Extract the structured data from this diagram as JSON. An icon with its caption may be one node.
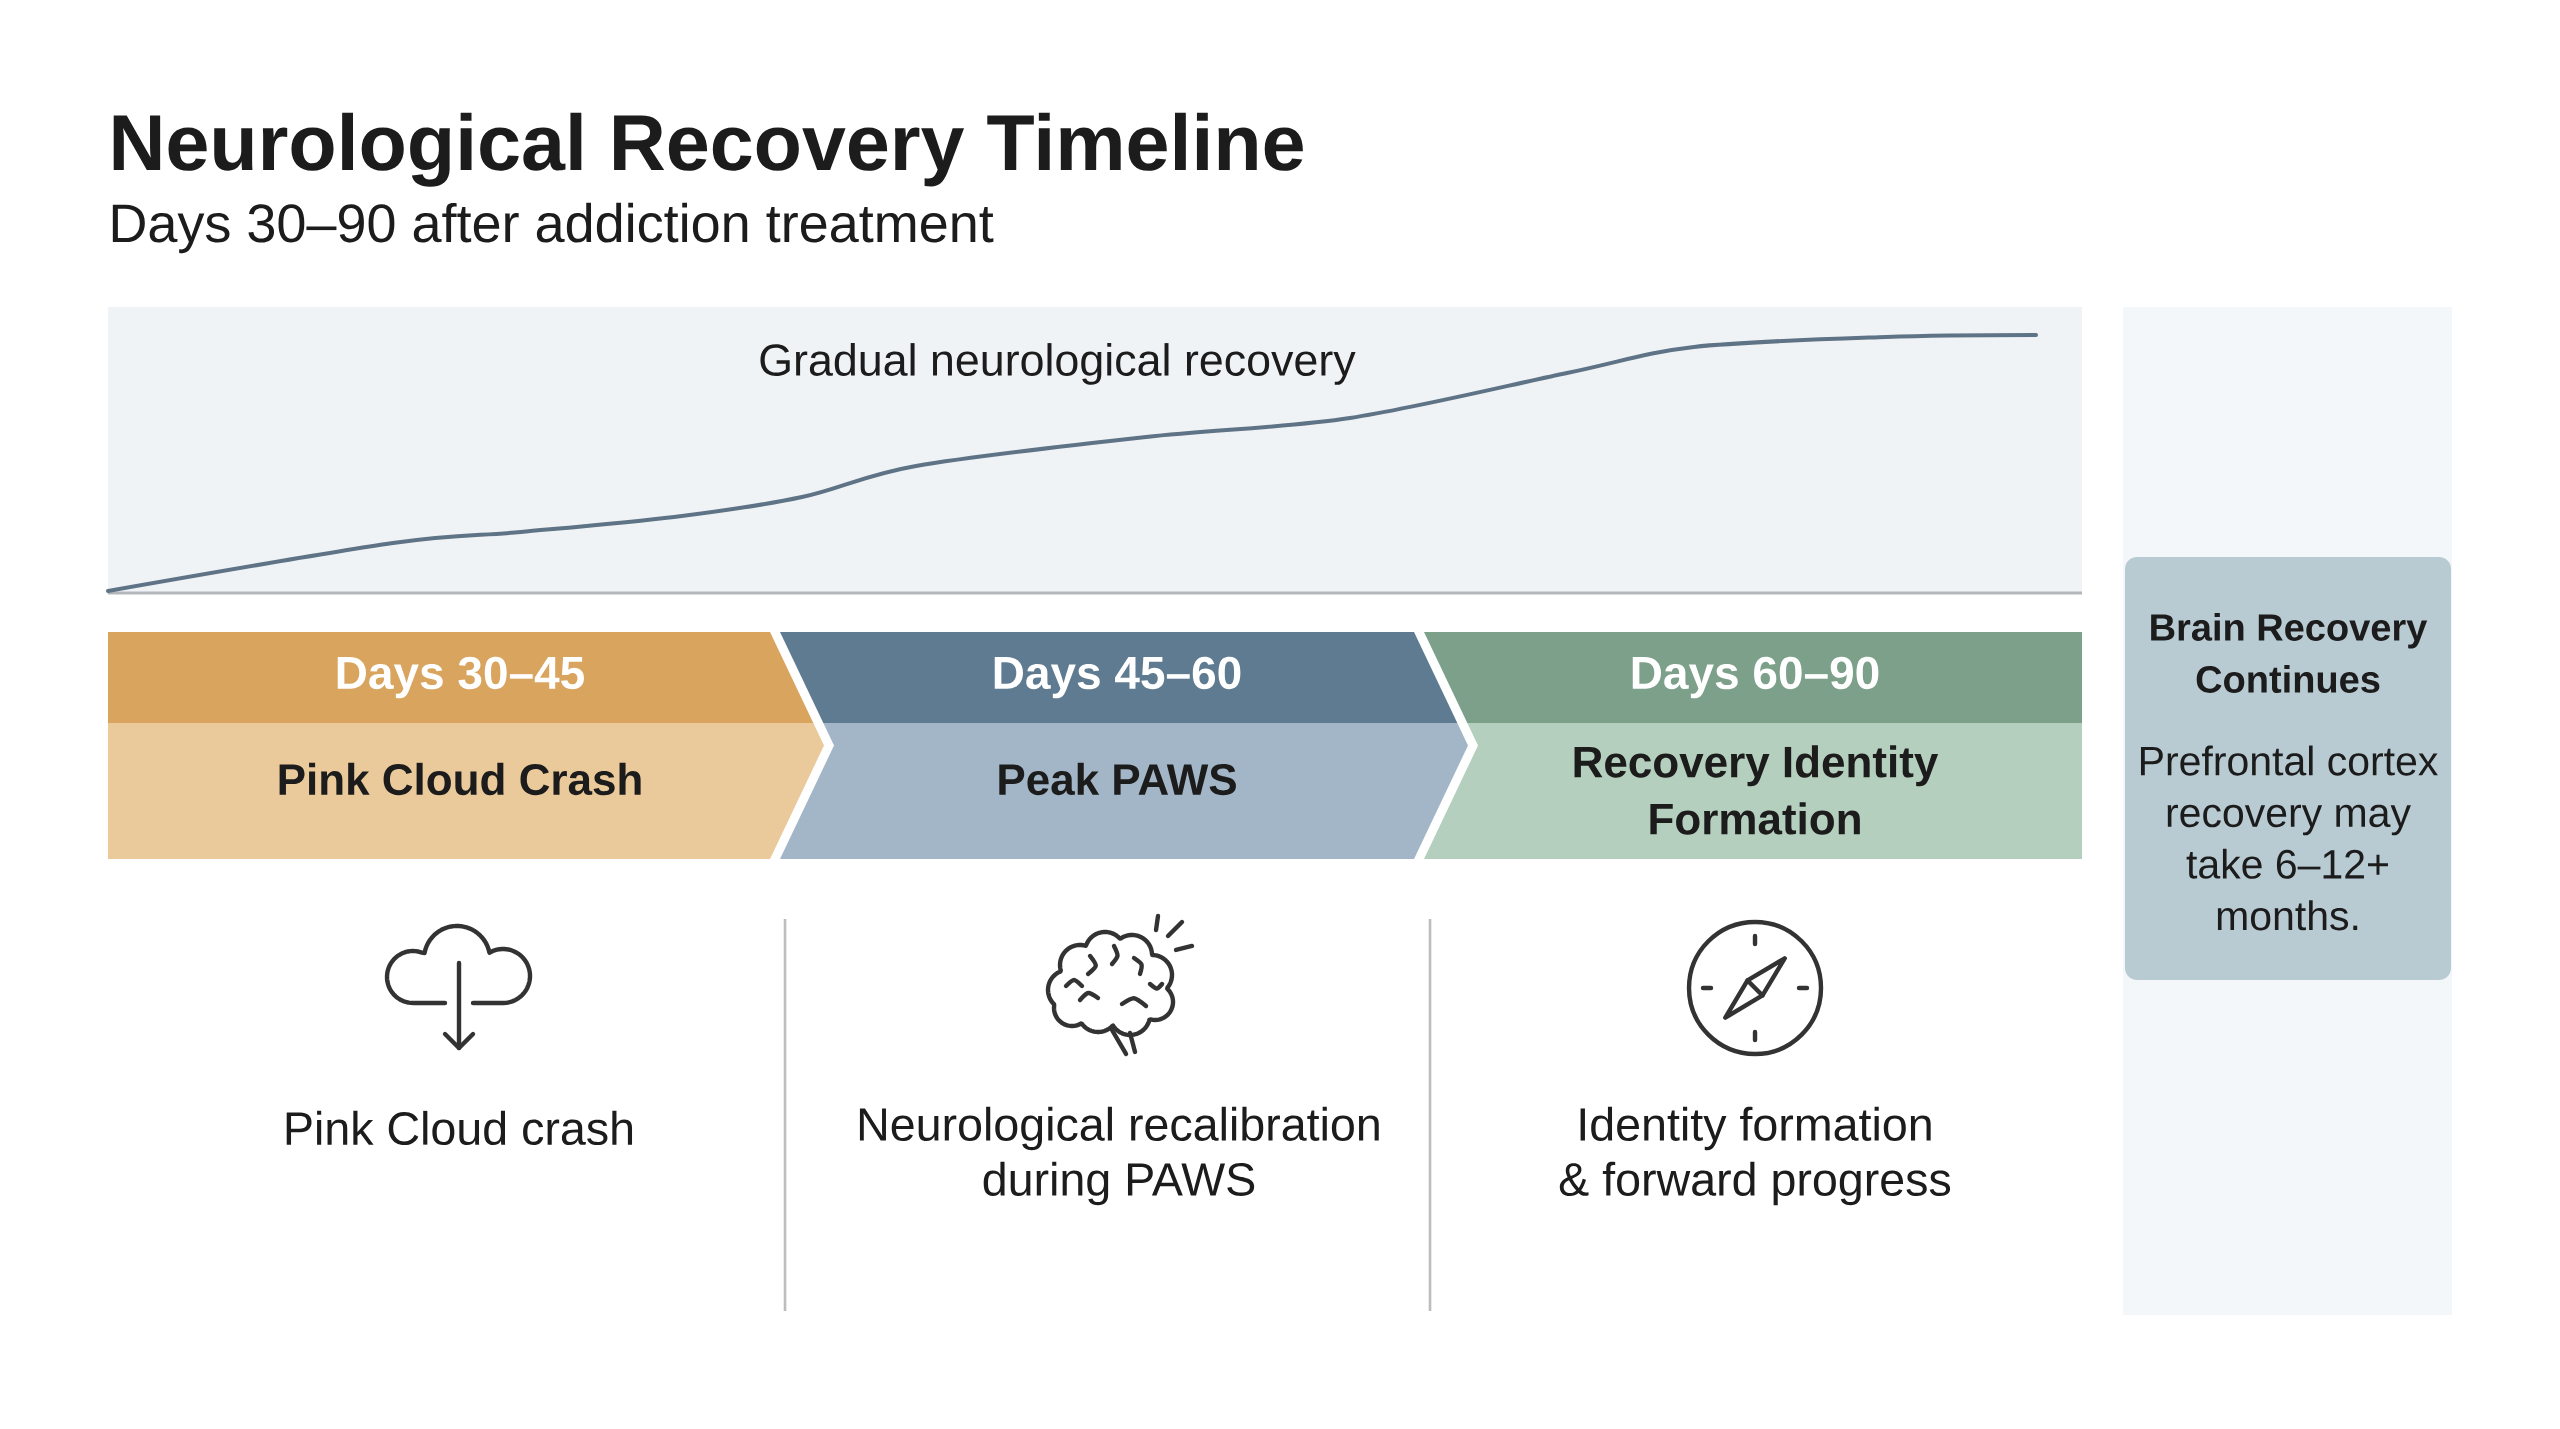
{
  "diagram": {
    "title": "Neurological Recovery Timeline",
    "nodes": [
      {
        "text": [
          "Gradual neurological recovery"
        ]
      },
      {
        "text": [
          "Days 30–45",
          "Pink Cloud Crash"
        ]
      },
      {
        "text": [
          "Days 45–60",
          "Peak PAWS"
        ]
      },
      {
        "text": [
          "Days 60–90",
          "Recovery Identity Formation"
        ]
      },
      {
        "text": [
          "Brain Recovery Continues",
          "Prefrontal cortex recovery may take 6–12+ months."
        ]
      }
    ],
    "labels": [
      "Days 30–90 after addiction treatment",
      "Pink Cloud crash",
      "Neurological recalibration during PAWS",
      "Identity formation & forward progress"
    ]
  }
}
